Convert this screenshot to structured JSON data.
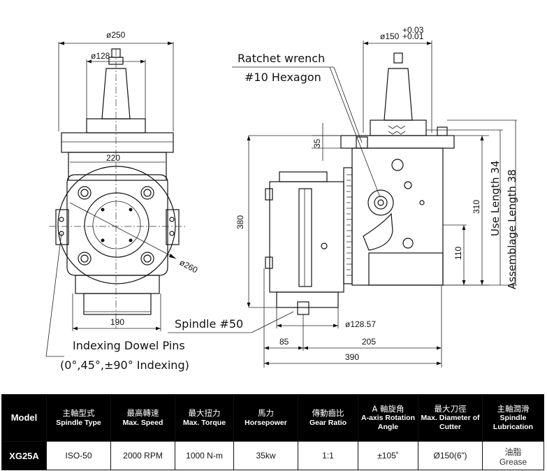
{
  "drawing": {
    "left_view": {
      "dim_outer_diameter": "ø250",
      "dim_holder_diameter": "ø128",
      "dim_width_top": "220",
      "dim_flange_diameter": "ø260",
      "dim_bottom": "190"
    },
    "right_view": {
      "dim_spindle_diameter": "ø150",
      "dim_spindle_tol_upper": "+0.03",
      "dim_spindle_tol_lower": "+0.01",
      "dim_35": "35",
      "dim_380": "380",
      "dim_310": "310",
      "dim_110": "110",
      "dim_128_57": "ø128.57",
      "dim_85": "85",
      "dim_205": "205",
      "dim_390": "390",
      "use_length": "Use Length 34",
      "assemblage_length": "Assemblage Length 38"
    },
    "callouts": {
      "ratchet_wrench": "Ratchet wrench",
      "hexagon": "#10 Hexagon",
      "spindle": "Spindle #50",
      "indexing_dowel_pins": "Indexing Dowel Pins",
      "indexing_angles": "(0°,45°,±90° Indexing)"
    }
  },
  "spec_table": {
    "headers": [
      {
        "zh": "",
        "en": "Model"
      },
      {
        "zh": "主軸型式",
        "en": "Spindle Type"
      },
      {
        "zh": "最高轉速",
        "en": "Max. Speed"
      },
      {
        "zh": "最大扭力",
        "en": "Max. Torque"
      },
      {
        "zh": "馬力",
        "en": "Horsepower"
      },
      {
        "zh": "傳動齒比",
        "en": "Gear Ratio"
      },
      {
        "zh": "A 軸旋角",
        "en": "A-axis Rotation Angle"
      },
      {
        "zh": "最大刀徑",
        "en": "Max. Diameter of Cutter"
      },
      {
        "zh": "主軸潤滑",
        "en": "Spindle Lubrication"
      }
    ],
    "row": {
      "model": "XG25A",
      "spindle_type": "ISO-50",
      "max_speed": "2000 RPM",
      "max_torque": "1000 N-m",
      "horsepower": "35kw",
      "gear_ratio": "1:1",
      "rotation_angle": "±105˚",
      "max_cutter": "Ø150(6”)",
      "lubrication_zh": "油脂",
      "lubrication_en": "Grease"
    }
  }
}
